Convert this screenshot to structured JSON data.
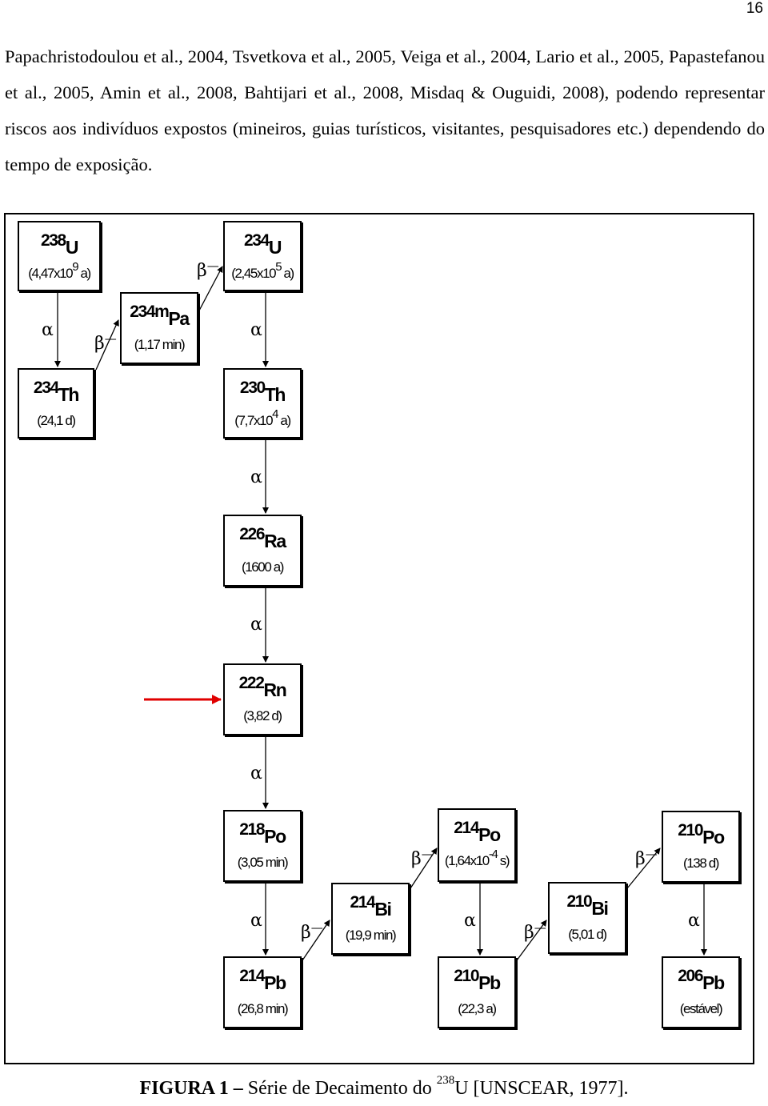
{
  "page_number": "16",
  "paragraph": "Papachristodoulou et al., 2004, Tsvetkova et al., 2005, Veiga et al., 2004, Lario et al., 2005, Papastefanou et al., 2005, Amin et al., 2008, Bahtijari et al., 2008, Misdaq & Ouguidi, 2008), podendo representar riscos aos indivíduos expostos (mineiros, guias turísticos, visitantes, pesquisadores etc.) dependendo do tempo de exposição.",
  "nuclides": [
    {
      "id": "u238",
      "mass": "238",
      "symbol": "U",
      "half_life": "(4,47x10",
      "exp": "9",
      "half_suffix": " a)"
    },
    {
      "id": "u234",
      "mass": "234",
      "symbol": "U",
      "half_life": "(2,45x10",
      "exp": "5",
      "half_suffix": " a)"
    },
    {
      "id": "pa234m",
      "mass": "234m",
      "symbol": "Pa",
      "half_life": "(1,17 min)",
      "exp": "",
      "half_suffix": ""
    },
    {
      "id": "th234",
      "mass": "234",
      "symbol": "Th",
      "half_life": "(24,1 d)",
      "exp": "",
      "half_suffix": ""
    },
    {
      "id": "th230",
      "mass": "230",
      "symbol": "Th",
      "half_life": "(7,7x10",
      "exp": "4",
      "half_suffix": " a)"
    },
    {
      "id": "ra226",
      "mass": "226",
      "symbol": "Ra",
      "half_life": "(1600 a)",
      "exp": "",
      "half_suffix": ""
    },
    {
      "id": "rn222",
      "mass": "222",
      "symbol": "Rn",
      "half_life": "(3,82 d)",
      "exp": "",
      "half_suffix": ""
    },
    {
      "id": "po218",
      "mass": "218",
      "symbol": "Po",
      "half_life": "(3,05 min)",
      "exp": "",
      "half_suffix": ""
    },
    {
      "id": "po214",
      "mass": "214",
      "symbol": "Po",
      "half_life": "(1,64x10",
      "exp": "-4",
      "half_suffix": " s)"
    },
    {
      "id": "po210",
      "mass": "210",
      "symbol": "Po",
      "half_life": "(138 d)",
      "exp": "",
      "half_suffix": ""
    },
    {
      "id": "bi214",
      "mass": "214",
      "symbol": "Bi",
      "half_life": "(19,9 min)",
      "exp": "",
      "half_suffix": ""
    },
    {
      "id": "bi210",
      "mass": "210",
      "symbol": "Bi",
      "half_life": "(5,01 d)",
      "exp": "",
      "half_suffix": ""
    },
    {
      "id": "pb214",
      "mass": "214",
      "symbol": "Pb",
      "half_life": "(26,8 min)",
      "exp": "",
      "half_suffix": ""
    },
    {
      "id": "pb210",
      "mass": "210",
      "symbol": "Pb",
      "half_life": "(22,3 a)",
      "exp": "",
      "half_suffix": ""
    },
    {
      "id": "pb206",
      "mass": "206",
      "symbol": "Pb",
      "half_life": "(estável)",
      "exp": "",
      "half_suffix": ""
    }
  ],
  "decays": [
    {
      "id": "a1",
      "glyph": "α",
      "bar": ""
    },
    {
      "id": "b1",
      "glyph": "β",
      "bar": "—"
    },
    {
      "id": "b2",
      "glyph": "β",
      "bar": "—"
    },
    {
      "id": "a2",
      "glyph": "α",
      "bar": ""
    },
    {
      "id": "a3",
      "glyph": "α",
      "bar": ""
    },
    {
      "id": "a4",
      "glyph": "α",
      "bar": ""
    },
    {
      "id": "a5",
      "glyph": "α",
      "bar": ""
    },
    {
      "id": "a6",
      "glyph": "α",
      "bar": ""
    },
    {
      "id": "b3",
      "glyph": "β",
      "bar": "—"
    },
    {
      "id": "b4",
      "glyph": "β",
      "bar": "—"
    },
    {
      "id": "a7",
      "glyph": "α",
      "bar": ""
    },
    {
      "id": "b5",
      "glyph": "β",
      "bar": "—"
    },
    {
      "id": "a8",
      "glyph": "α",
      "bar": ""
    },
    {
      "id": "b6",
      "glyph": "β",
      "bar": "—"
    },
    {
      "id": "a9",
      "glyph": "α",
      "bar": ""
    }
  ],
  "highlight_color": "#e00000",
  "caption": {
    "label": "FIGURA 1",
    "dash": " – ",
    "text_before": "Série de Decaimento do ",
    "sup": "238",
    "text_after": "U [UNSCEAR, 1977]."
  }
}
